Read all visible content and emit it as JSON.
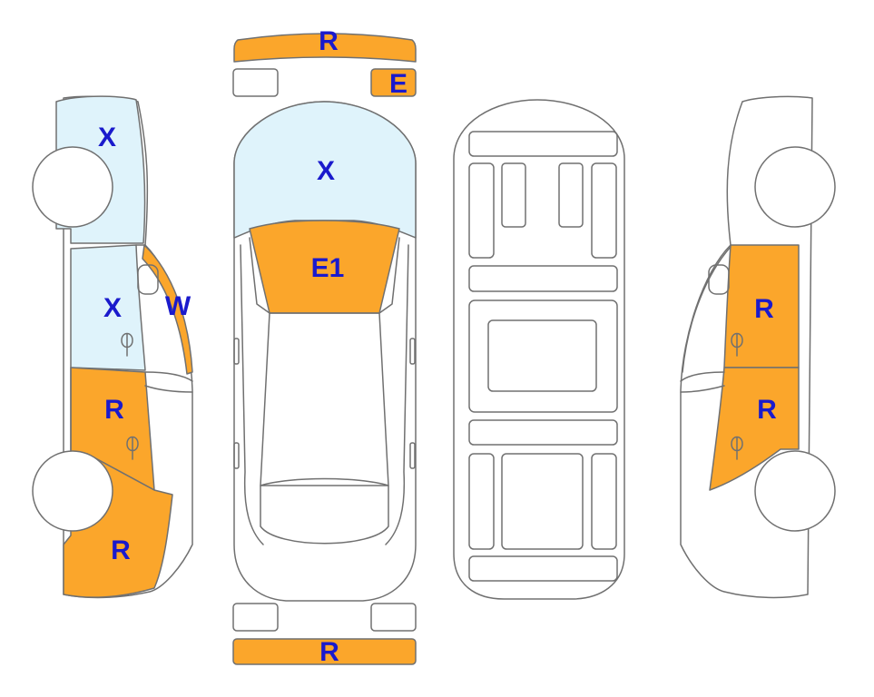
{
  "colors": {
    "damaged": "#fba62b",
    "glass": "#dff3fb",
    "outline": "#707070",
    "label": "#1a1acc",
    "background": "#ffffff"
  },
  "panels": {
    "front_bumper": "R",
    "headlight_right": "E",
    "rear_bumper": "R",
    "windshield": "X",
    "hood": "E1",
    "left_front_glass": "X",
    "left_front_window": "X",
    "left_pillar": "W",
    "left_front_door": "R",
    "left_rear_quarter": "R",
    "right_rear_door": "R",
    "right_front_door": "R"
  }
}
